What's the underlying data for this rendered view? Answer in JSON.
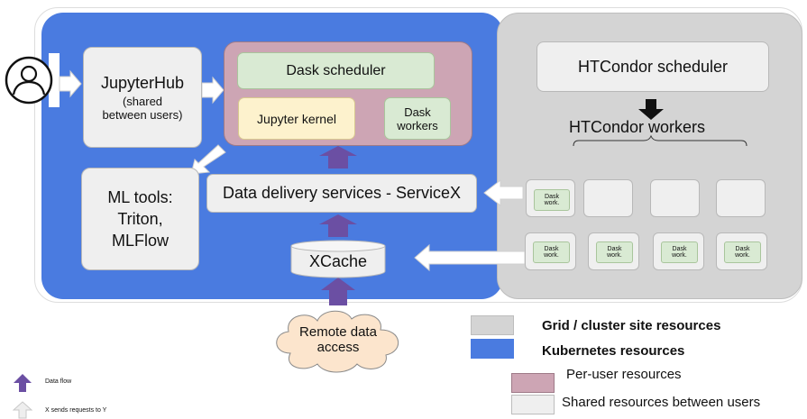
{
  "user": {
    "icon": "user-icon"
  },
  "jupyterhub": {
    "title": "JupyterHub",
    "sub1": "(shared",
    "sub2": "between users)"
  },
  "dask_scheduler": "Dask scheduler",
  "jupyter_kernel": "Jupyter kernel",
  "dask_workers_pink": {
    "line1": "Dask",
    "line2": "workers"
  },
  "ml_tools": {
    "line1": "ML tools:",
    "line2": "Triton,",
    "line3": "MLFlow"
  },
  "servicex": "Data delivery services - ServiceX",
  "xcache": "XCache",
  "remote": {
    "line1": "Remote data",
    "line2": "access"
  },
  "htcondor_scheduler": "HTCondor scheduler",
  "htcondor_workers": "HTCondor workers",
  "worker_top_first": {
    "line1": "Dask",
    "line2": "work."
  },
  "worker_bottom": {
    "line1": "Dask",
    "line2": "work."
  },
  "legend": {
    "grid": "Grid / cluster site resources",
    "kubernetes": "Kubernetes resources",
    "per_user": "Per-user resources",
    "shared": "Shared resources between users",
    "data_flow": "Data flow",
    "requests": "X sends requests to Y"
  },
  "colors": {
    "kubernetes": "#4a7be0",
    "grid": "#d4d4d4",
    "per_user": "#cda5b4",
    "shared": "#efefef",
    "data_flow": "#6b4fa3",
    "requests": "#eeeeee",
    "kernel": "#fdf2cd",
    "dask_green": "#d9ead3",
    "cloud": "#fce5cd"
  }
}
